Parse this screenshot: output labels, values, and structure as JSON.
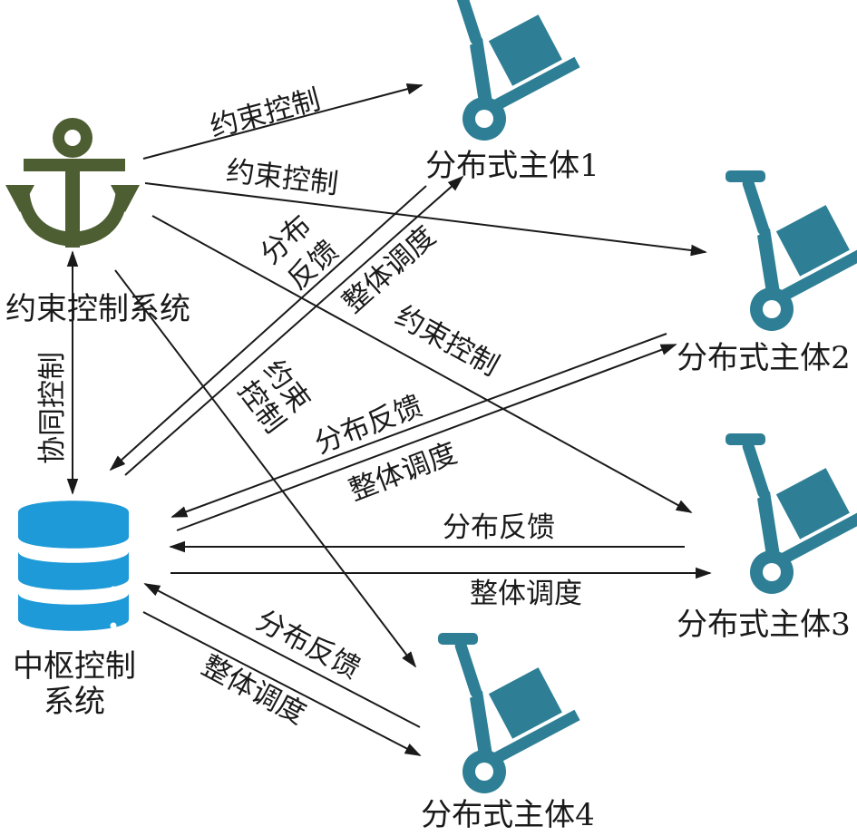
{
  "nodes": {
    "constraint_system": {
      "label": "约束控制系统",
      "icon": "anchor-icon",
      "color": "#4d5e32"
    },
    "central_system": {
      "label_line1": "中枢控制",
      "label_line2": "系统",
      "icon": "database-icon",
      "color": "#1e9ad8"
    },
    "agent1": {
      "label": "分布式主体1",
      "icon": "hand-truck-icon",
      "color": "#2e7f95"
    },
    "agent2": {
      "label": "分布式主体2",
      "icon": "hand-truck-icon",
      "color": "#2e7f95"
    },
    "agent3": {
      "label": "分布式主体3",
      "icon": "hand-truck-icon",
      "color": "#2e7f95"
    },
    "agent4": {
      "label": "分布式主体4",
      "icon": "hand-truck-icon",
      "color": "#2e7f95"
    }
  },
  "edges": {
    "constraint_to_agent1": "约束控制",
    "constraint_to_agent2": "约束控制",
    "constraint_to_agent3": "约束控制",
    "constraint_to_agent4_line1": "约束",
    "constraint_to_agent4_line2": "控制",
    "collab": "协同控制",
    "agent1_feedback_line1": "分布",
    "agent1_feedback_line2": "反馈",
    "agent1_dispatch": "整体调度",
    "agent2_feedback": "分布反馈",
    "agent2_dispatch": "整体调度",
    "agent3_feedback": "分布反馈",
    "agent3_dispatch": "整体调度",
    "agent4_feedback": "分布反馈",
    "agent4_dispatch": "整体调度"
  }
}
